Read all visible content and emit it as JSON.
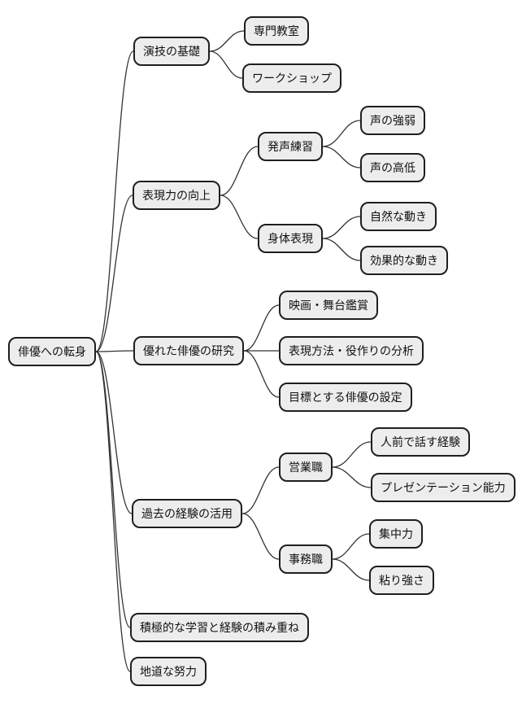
{
  "mindmap": {
    "colors": {
      "node_fill": "#ededed",
      "node_border": "#1f1f1f",
      "edge": "#333333",
      "background": "#ffffff"
    },
    "root": {
      "label": "俳優への転身"
    },
    "branches": [
      {
        "label": "演技の基礎",
        "children": [
          {
            "label": "専門教室"
          },
          {
            "label": "ワークショップ"
          }
        ]
      },
      {
        "label": "表現力の向上",
        "children": [
          {
            "label": "発声練習",
            "children": [
              {
                "label": "声の強弱"
              },
              {
                "label": "声の高低"
              }
            ]
          },
          {
            "label": "身体表現",
            "children": [
              {
                "label": "自然な動き"
              },
              {
                "label": "効果的な動き"
              }
            ]
          }
        ]
      },
      {
        "label": "優れた俳優の研究",
        "children": [
          {
            "label": "映画・舞台鑑賞"
          },
          {
            "label": "表現方法・役作りの分析"
          },
          {
            "label": "目標とする俳優の設定"
          }
        ]
      },
      {
        "label": "過去の経験の活用",
        "children": [
          {
            "label": "営業職",
            "children": [
              {
                "label": "人前で話す経験"
              },
              {
                "label": "プレゼンテーション能力"
              }
            ]
          },
          {
            "label": "事務職",
            "children": [
              {
                "label": "集中力"
              },
              {
                "label": "粘り強さ"
              }
            ]
          }
        ]
      },
      {
        "label": "積極的な学習と経験の積み重ね"
      },
      {
        "label": "地道な努力"
      }
    ]
  }
}
